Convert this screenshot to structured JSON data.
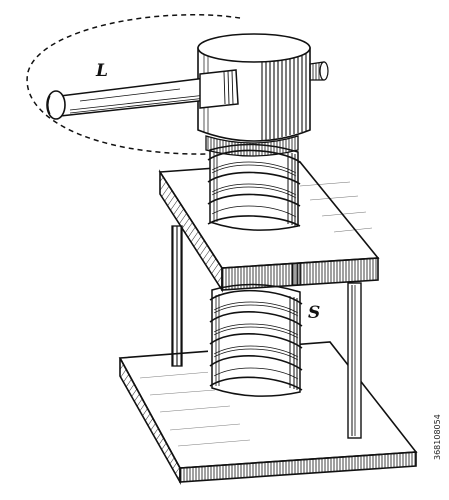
{
  "figure": {
    "labels": {
      "lever": "L",
      "screw": "S"
    },
    "image_id": "368108054",
    "colors": {
      "ink": "#111111",
      "paper": "#ffffff"
    }
  }
}
